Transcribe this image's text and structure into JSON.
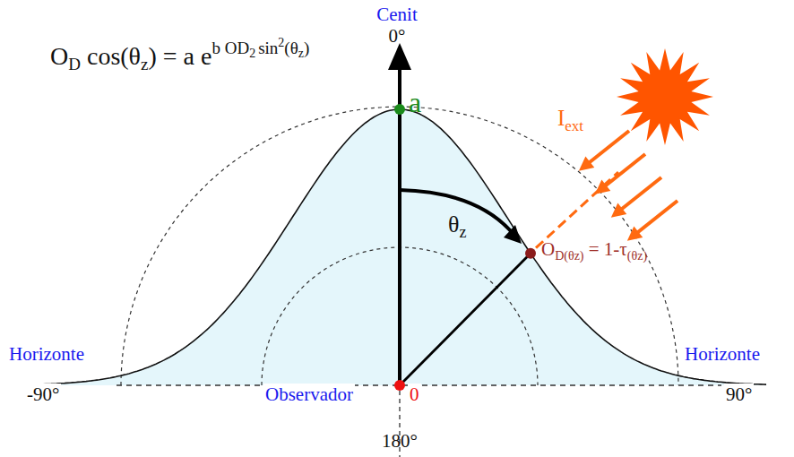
{
  "diagram": {
    "labels": [
      "Cenit",
      "0°",
      "O",
      "D",
      " cos(θ",
      "z",
      ") = a e",
      "b O",
      "D",
      "2",
      "sin",
      "2",
      "(θ",
      "z",
      ")",
      "a",
      "θ",
      "z",
      "I",
      "ext",
      "O",
      "D(θz)",
      " = 1-τ",
      "(θz)",
      "Horizonte",
      "Horizonte",
      "-90°",
      "90°",
      "Observador",
      "0",
      "180°"
    ]
  }
}
